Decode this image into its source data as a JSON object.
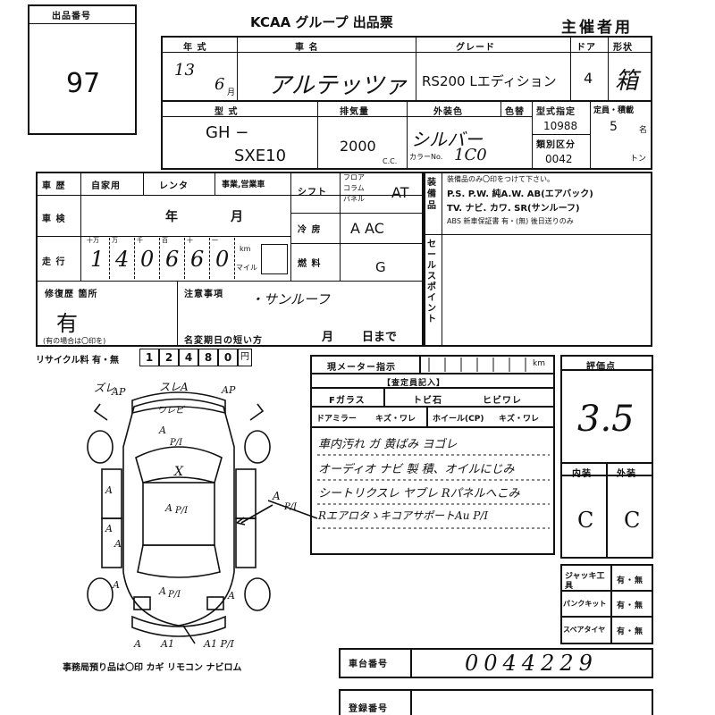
{
  "header": {
    "lot_label": "出品番号",
    "lot_number": "97",
    "sheet_title": "KCAA グループ 出品票",
    "organizer_label": "主催者用"
  },
  "vehicle": {
    "year_label": "年 式",
    "year": "13",
    "month": "6",
    "month_unit": "月",
    "name_label": "車 名",
    "name": "アルテッツァ",
    "grade_label": "グレード",
    "grade": "RS200 Lエディション",
    "doors_label": "ドア",
    "doors": "4",
    "body_label": "形状",
    "body": "箱",
    "model_label": "型 式",
    "model_prefix": "GH −",
    "model_code": "SXE10",
    "displacement_label": "排気量",
    "displacement": "2000",
    "displacement_unit": "C.C.",
    "exterior_color_label": "外装色",
    "exterior_color": "シルバー",
    "color_no_label": "カラーNo.",
    "color_no": "1C0",
    "paint_label": "色替",
    "type_designation_label": "型式指定",
    "type_designation": "10988",
    "category_label": "類別区分",
    "category": "0042",
    "capacity_label": "定員・積載",
    "capacity": "5",
    "capacity_unit": "名",
    "load_unit": "トン"
  },
  "history": {
    "label": "車 歴",
    "options": [
      "自家用",
      "レンタ",
      "事業,営業車"
    ],
    "inspection_label": "車 検",
    "inspection_year": "年",
    "inspection_month": "月",
    "mileage_label": "走 行",
    "mileage_units": [
      "十万",
      "万",
      "千",
      "百",
      "十",
      "一"
    ],
    "mileage_digits": [
      "1",
      "4",
      "0",
      "6",
      "6",
      "0"
    ],
    "km_label": "km",
    "mile_label": "マイル",
    "repair_label": "修復歴 箇所",
    "repair_value": "有",
    "repair_note": "(有の場合は〇印を)",
    "notes_label": "注意事項",
    "notes_value": "・サンルーフ",
    "deadline_label": "名変期日の短い方",
    "deadline_month": "月",
    "deadline_day": "日まで",
    "recycle_label": "リサイクル料 有・無",
    "recycle_digits": [
      "1",
      "2",
      "4",
      "8",
      "0"
    ],
    "recycle_unit": "円"
  },
  "equipment": {
    "shift_label": "シフト",
    "shift_options": [
      "フロア",
      "コラム",
      "パネル"
    ],
    "shift_value": "AT",
    "ac_label": "冷 房",
    "ac_value": "A AC",
    "fuel_label": "燃 料",
    "fuel_value": "G",
    "equip_label": "装備品",
    "equip_note": "装備品のみ〇印をつけて下さい。",
    "equip_line1": "P.S. P.W. 純A.W. AB(エアバック)",
    "equip_line2": "TV. ナビ. カワ. SR(サンルーフ)",
    "equip_line3": "ABS 新車保証書 有・(無) 後日送りのみ",
    "sales_point_label": "セールスポイント"
  },
  "inspection": {
    "meter_label": "現メーター指示",
    "meter_unit": "km",
    "inspector_label": "【査定員記入】",
    "glass_label": "Fガラス",
    "glass_values": [
      "トビ石",
      "ヒビワレ"
    ],
    "mirror_label": "ドアミラー",
    "mirror_value": "キズ・ワレ",
    "wheel_label": "ホイール(CP)",
    "wheel_value": "キズ・ワレ",
    "remarks": [
      "車内汚れ ガ 黄ばみ ヨゴレ",
      "オーディオ ナビ 製 積、オイルにじみ",
      "シートリクスレ ヤブレ Rパネルへこみ",
      "RエアロタゝキコアサポートAu P/I"
    ],
    "score_label": "評価点",
    "score": "3.5",
    "interior_label": "内装",
    "exterior_label": "外装",
    "interior_grade": "C",
    "exterior_grade": "C",
    "jack_label": "ジャッキ工具",
    "jack_value": "有・無",
    "puncture_label": "パンクキット",
    "puncture_value": "有・無",
    "spare_label": "スペアタイヤ",
    "spare_value": "有・無"
  },
  "diagram": {
    "marks": [
      {
        "text": "ズレ"
      },
      {
        "text": "AP"
      },
      {
        "text": "スレA"
      },
      {
        "text": "AP"
      },
      {
        "text": "ワレビ"
      },
      {
        "text": "A"
      },
      {
        "text": "P/I"
      },
      {
        "text": "X"
      },
      {
        "text": "A"
      },
      {
        "text": "A"
      },
      {
        "text": "P/I"
      },
      {
        "text": "A"
      },
      {
        "text": "A"
      },
      {
        "text": "P/I"
      },
      {
        "text": "A"
      },
      {
        "text": "A"
      },
      {
        "text": "P/I"
      },
      {
        "text": "A"
      },
      {
        "text": "A"
      },
      {
        "text": "A"
      },
      {
        "text": "A1"
      },
      {
        "text": "A1 P/I"
      }
    ],
    "footer": "事務局預り品は〇印 カギ リモコン ナビロム"
  },
  "chassis": {
    "label": "車台番号",
    "value": "0044229"
  },
  "registration": {
    "label": "登録番号"
  }
}
